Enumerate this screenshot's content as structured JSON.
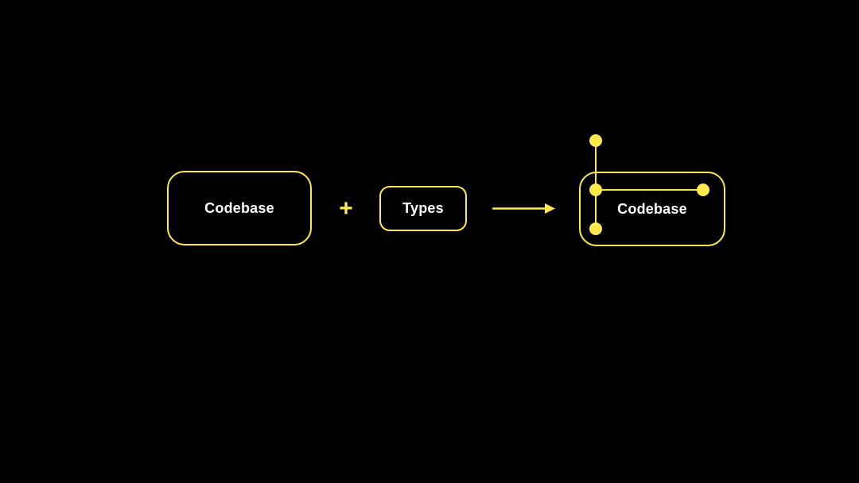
{
  "canvas": {
    "background": "#000000"
  },
  "colors": {
    "accent_yellow": "#FFE94D",
    "label_white": "#FFFFFF"
  },
  "diagram": {
    "left_box": {
      "label": "Codebase"
    },
    "operator": {
      "symbol": "+"
    },
    "types_box": {
      "label": "Types"
    },
    "arrow": {
      "direction": "right"
    },
    "right_box": {
      "label": "Codebase"
    },
    "type_graph": {
      "nodes": [
        "top",
        "middle-left",
        "middle-right",
        "bottom-left"
      ],
      "edges": [
        [
          "top",
          "middle-left"
        ],
        [
          "middle-left",
          "middle-right"
        ],
        [
          "middle-left",
          "bottom-left"
        ]
      ]
    }
  }
}
